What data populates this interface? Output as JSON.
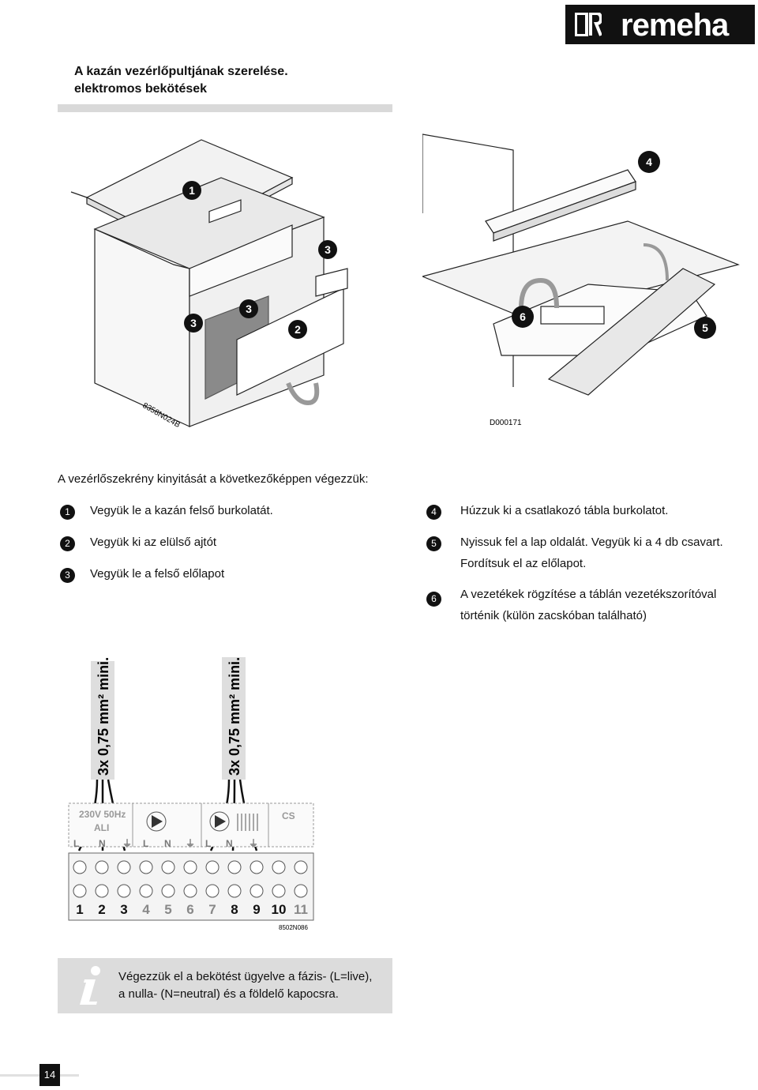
{
  "brand": {
    "name": "remeha"
  },
  "header": {
    "title_line1": "A kazán vezérlőpultjának szerelése.",
    "title_line2": "elektromos bekötések"
  },
  "figure_left": {
    "callouts": [
      "1",
      "2",
      "3",
      "3",
      "3"
    ],
    "code": "8358N024B"
  },
  "figure_right": {
    "callouts": [
      "4",
      "5",
      "6"
    ],
    "code": "D000171"
  },
  "intro": "A vezérlőszekrény kinyitását a következőképpen végezzük:",
  "steps_left": [
    {
      "num": "1",
      "text": "Vegyük le a kazán felső burkolatát."
    },
    {
      "num": "2",
      "text": "Vegyük ki az elülső ajtót"
    },
    {
      "num": "3",
      "text": "Vegyük le a felső előlapot"
    }
  ],
  "steps_right": [
    {
      "num": "4",
      "line1": "Húzzuk ki a csatlakozó tábla burkolatot.",
      "line2": ""
    },
    {
      "num": "5",
      "line1": "Nyissuk fel a lap oldalát. Vegyük ki a 4 db csavart.",
      "line2": "Fordítsuk el az előlapot."
    },
    {
      "num": "6",
      "line1": "A vezetékek rögzítése a táblán vezetékszorítóval",
      "line2": "történik (külön zacskóban található)"
    }
  ],
  "wiring": {
    "cable_label_1": "3x 0,75 mm² mini.",
    "cable_label_2": "3x 0,75 mm² mini.",
    "supply_label_1": "230V 50Hz",
    "supply_label_2": "ALI",
    "cs_label": "CS",
    "terminal_labels": [
      "L",
      "N",
      "⏚",
      "L",
      "N",
      "⏚",
      "L",
      "N",
      "⏚"
    ],
    "terminal_numbers": [
      "1",
      "2",
      "3",
      "4",
      "5",
      "6",
      "7",
      "8",
      "9",
      "10",
      "11"
    ],
    "code": "8502N086"
  },
  "info": {
    "icon": "info-icon",
    "line1": "Végezzük el a bekötést ügyelve a fázis- (L=live),",
    "line2": "a nulla- (N=neutral) és a földelő kapocsra."
  },
  "page": {
    "number": "14"
  }
}
